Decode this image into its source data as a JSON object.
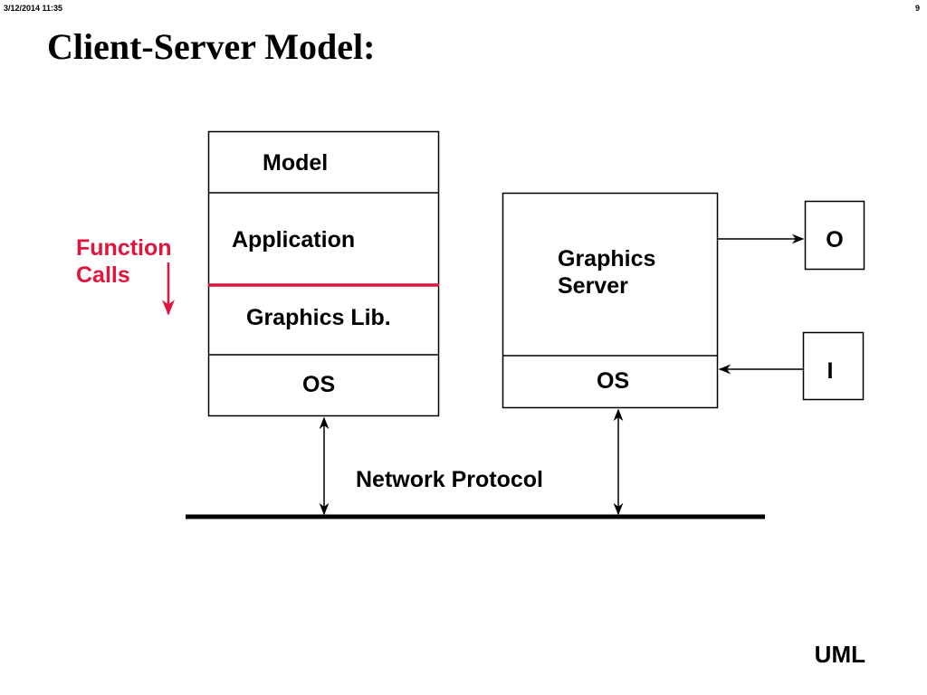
{
  "header": {
    "date_time": "3/12/2014   11:35",
    "page_number": "9"
  },
  "title": "Client-Server Model:",
  "client_stack": {
    "layers": [
      "Model",
      "Application",
      "Graphics Lib.",
      "OS"
    ]
  },
  "annotation": {
    "line1": "Function",
    "line2": "Calls",
    "color": "#e0143c"
  },
  "server_stack": {
    "server_line1": "Graphics",
    "server_line2": "Server",
    "os": "OS"
  },
  "devices": {
    "output": "O",
    "input": "I"
  },
  "network_label": "Network Protocol",
  "footer": "UML"
}
